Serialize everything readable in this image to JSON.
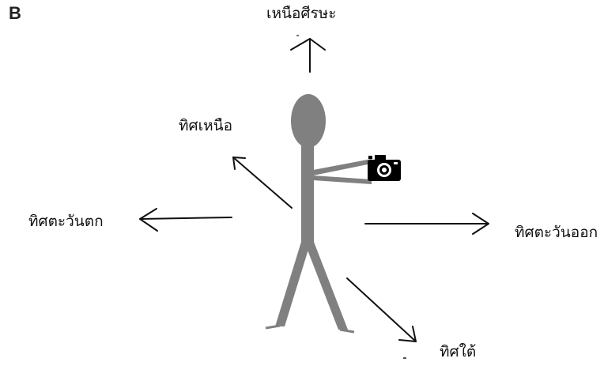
{
  "panel_label": "B",
  "directions": {
    "top": "เหนือศีรษะ",
    "north": "ทิศเหนือ",
    "west": "ทิศตะวันตก",
    "east": "ทิศตะวันออก",
    "south": "ทิศใต้"
  },
  "colors": {
    "figure": "#808080",
    "arrow": "#111111",
    "camera": "#000000",
    "background": "#ffffff"
  },
  "icons": [
    "stick-figure",
    "camera-icon",
    "arrow-up",
    "arrow-north",
    "arrow-west",
    "arrow-east",
    "arrow-south"
  ]
}
